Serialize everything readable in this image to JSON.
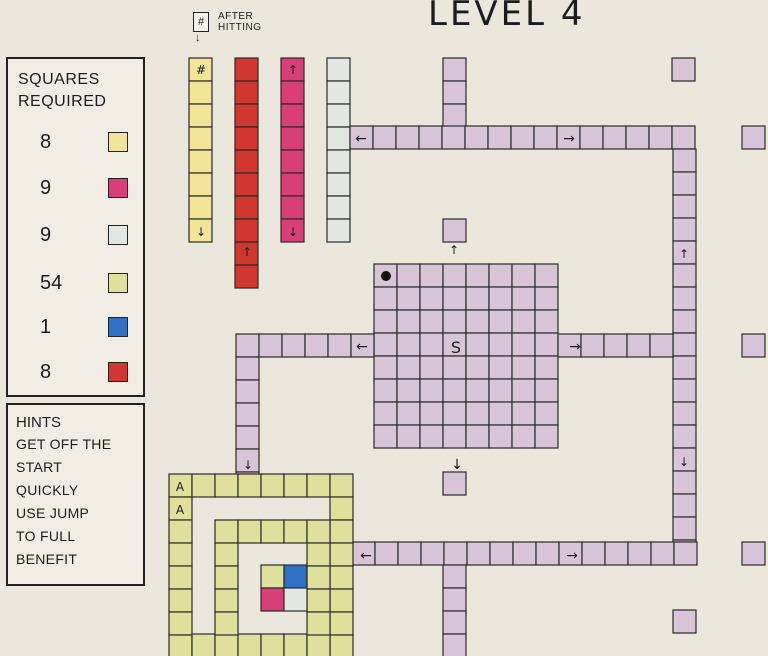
{
  "title": "LEVEL 4",
  "after_hitting": {
    "symbol": "#",
    "text_line1": "AFTER",
    "text_line2": "HITTING"
  },
  "legend": {
    "title_line1": "SQUARES",
    "title_line2": "REQUIRED",
    "rows": [
      {
        "count": "8",
        "color": "#f2e59a",
        "name": "yellow"
      },
      {
        "count": "9",
        "color": "#d83f78",
        "name": "magenta"
      },
      {
        "count": "9",
        "color": "#e3e6e3",
        "name": "white"
      },
      {
        "count": "54",
        "color": "#dfe09c",
        "name": "olive"
      },
      {
        "count": "1",
        "color": "#2f6fc4",
        "name": "blue"
      },
      {
        "count": "8",
        "color": "#d2372f",
        "name": "red"
      }
    ]
  },
  "hints": {
    "title": "HINTS",
    "lines": [
      "GET OFF THE",
      "START",
      "QUICKLY",
      "USE JUMP",
      "TO FULL",
      "BENEFIT"
    ]
  },
  "map_labels": {
    "start": "S",
    "a1": "A",
    "a2": "A"
  },
  "colors": {
    "path": "#d8c6d8",
    "yellow": "#f2e59a",
    "red": "#d2372f",
    "magenta": "#d83f78",
    "white": "#e3e6e3",
    "olive": "#dfe09c",
    "blue": "#2f6fc4",
    "grid_line": "#2a2a2a"
  }
}
